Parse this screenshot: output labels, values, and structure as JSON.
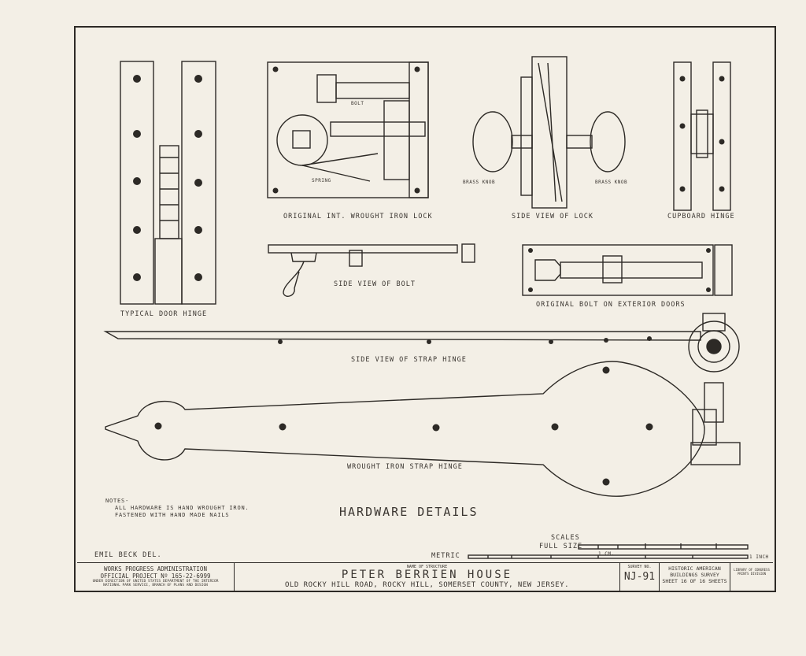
{
  "labels": {
    "typical_door_hinge": "TYPICAL DOOR HINGE",
    "original_lock": "ORIGINAL INT. WROUGHT IRON LOCK",
    "bolt": "BOLT",
    "spring": "SPRING",
    "brass_knob_left": "BRASS KNOB",
    "brass_knob_right": "BRASS KNOB",
    "side_view_lock": "SIDE VIEW OF LOCK",
    "cupboard_hinge": "CUPBOARD HINGE",
    "side_view_bolt": "SIDE VIEW OF BOLT",
    "original_bolt": "ORIGINAL BOLT ON EXTERIOR DOORS",
    "side_view_strap": "SIDE VIEW OF STRAP HINGE",
    "strap_hinge": "WROUGHT IRON STRAP HINGE"
  },
  "notes": {
    "heading": "NOTES-",
    "line1": "ALL HARDWARE IS HAND WROUGHT IRON.",
    "line2": "FASTENED WITH HAND MADE NAILS"
  },
  "sheet_title": "HARDWARE DETAILS",
  "delineator": "EMIL BECK   DEL.",
  "scales": {
    "heading": "SCALES",
    "full_size": "FULL SIZE",
    "metric": "METRIC",
    "unit_m": "1 CM.",
    "unit_inch": "1 INCH"
  },
  "title_block": {
    "agency_line1": "WORKS PROGRESS ADMINISTRATION",
    "agency_line2": "OFFICIAL PROJECT Nº 165-22-6999",
    "agency_line3": "UNDER DIRECTION OF UNITED STATES DEPARTMENT OF THE INTERIOR",
    "agency_line4": "NATIONAL PARK SERVICE, BRANCH OF PLANS AND DESIGN",
    "name_caption": "NAME OF STRUCTURE",
    "structure_name": "PETER BERRIEN HOUSE",
    "address": "OLD ROCKY HILL ROAD, ROCKY HILL, SOMERSET COUNTY, NEW JERSEY.",
    "survey_caption": "SURVEY NO.",
    "survey_no": "NJ-91",
    "habs_line1": "HISTORIC AMERICAN",
    "habs_line2": "BUILDINGS SURVEY",
    "sheet_of": "SHEET 16 OF 16 SHEETS",
    "library_line1": "LIBRARY OF CONGRESS",
    "library_line2": "PRINTS DIVISION"
  }
}
